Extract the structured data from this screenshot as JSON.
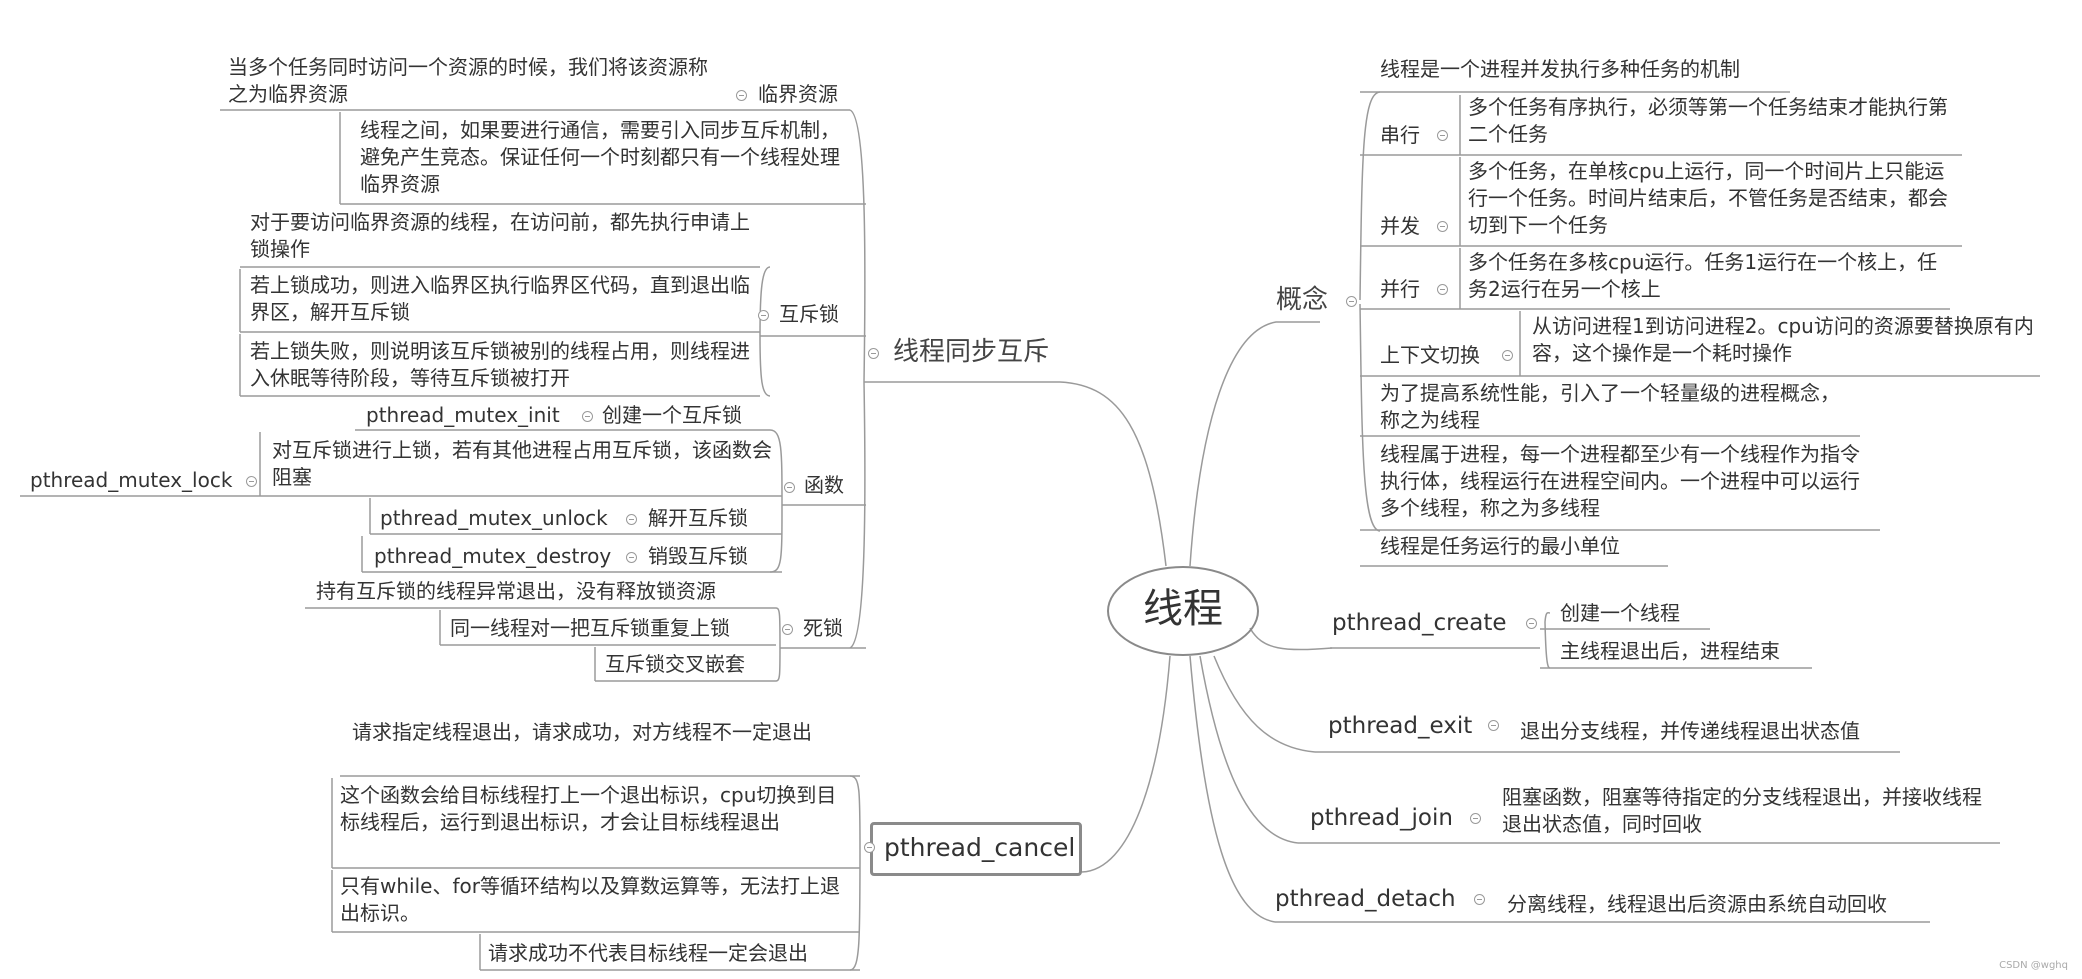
{
  "root": {
    "label": "线程"
  },
  "concept": {
    "label": "概念",
    "items": {
      "def": "线程是一个进程并发执行多种任务的机制",
      "serial_label": "串行",
      "serial_text": "多个任务有序执行，必须等第一个任务结束才能执行第二个任务",
      "concurrent_label": "并发",
      "concurrent_text": "多个任务，在单核cpu上运行，同一个时间片上只能运行一个任务。时间片结束后，不管任务是否结束，都会切到下一个任务",
      "parallel_label": "并行",
      "parallel_text": "多个任务在多核cpu运行。任务1运行在一个核上，任务2运行在另一个核上",
      "context_label": "上下文切换",
      "context_text": "从访问进程1到访问进程2。cpu访问的资源要替换原有内容，这个操作是一个耗时操作",
      "lightweight": "为了提高系统性能，引入了一个轻量级的进程概念，称之为线程",
      "belongs": "线程属于进程，每一个进程都至少有一个线程作为指令执行体，线程运行在进程空间内。一个进程中可以运行多个线程，称之为多线程",
      "smallest": "线程是任务运行的最小单位"
    }
  },
  "create": {
    "label": "pthread_create",
    "c1": "创建一个线程",
    "c2": "主线程退出后，进程结束"
  },
  "exit": {
    "label": "pthread_exit",
    "c1": "退出分支线程，并传递线程退出状态值"
  },
  "join": {
    "label": "pthread_join",
    "c1": "阻塞函数，阻塞等待指定的分支线程退出，并接收线程退出状态值，同时回收"
  },
  "detach": {
    "label": "pthread_detach",
    "c1": "分离线程，线程退出后资源由系统自动回收"
  },
  "sync": {
    "label": "线程同步互斥",
    "critical_label": "临界资源",
    "critical_text": "当多个任务同时访问一个资源的时候，我们将该资源称之为临界资源",
    "intro": "线程之间，如果要进行通信，需要引入同步互斥机制，避免产生竞态。保证任何一个时刻都只有一个线程处理临界资源",
    "mutex_label": "互斥锁",
    "mutex_1": "对于要访问临界资源的线程，在访问前，都先执行申请上锁操作",
    "mutex_2": "若上锁成功，则进入临界区执行临界区代码，直到退出临界区，解开互斥锁",
    "mutex_3": "若上锁失败，则说明该互斥锁被别的线程占用，则线程进入休眠等待阶段，等待互斥锁被打开",
    "func_label": "函数",
    "f_init": "pthread_mutex_init",
    "f_init_desc": "创建一个互斥锁",
    "f_lock_desc": "对互斥锁进行上锁，若有其他进程占用互斥锁，该函数会阻塞",
    "f_lock": "pthread_mutex_lock",
    "f_unlock": "pthread_mutex_unlock",
    "f_unlock_desc": "解开互斥锁",
    "f_destroy": "pthread_mutex_destroy",
    "f_destroy_desc": "销毁互斥锁",
    "dead_label": "死锁",
    "dead_1": "持有互斥锁的线程异常退出，没有释放锁资源",
    "dead_2": "同一线程对一把互斥锁重复上锁",
    "dead_3": "互斥锁交叉嵌套"
  },
  "cancel": {
    "label": "pthread_cancel",
    "c1": "请求指定线程退出，请求成功，对方线程不一定退出",
    "c2": "这个函数会给目标线程打上一个退出标识，cpu切换到目标线程后，运行到退出标识，才会让目标线程退出",
    "c3": "只有while、for等循环结构以及算数运算等，无法打上退出标识。",
    "c4": "请求成功不代表目标线程一定会退出"
  },
  "watermark": "CSDN @wghq"
}
